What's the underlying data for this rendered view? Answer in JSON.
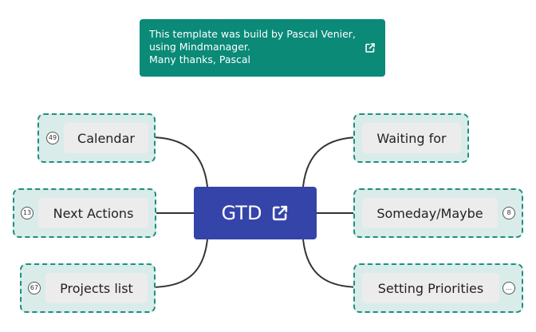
{
  "note": {
    "lines": [
      "This template was build by Pascal Venier,",
      "using Mindmanager.",
      "Many thanks, Pascal"
    ],
    "icon": "external-link-icon"
  },
  "center": {
    "label": "GTD",
    "icon": "external-link-icon"
  },
  "topics": {
    "calendar": {
      "label": "Calendar",
      "badge": "49"
    },
    "next_actions": {
      "label": "Next Actions",
      "badge": "13"
    },
    "projects_list": {
      "label": "Projects list",
      "badge": "67"
    },
    "waiting_for": {
      "label": "Waiting for"
    },
    "someday_maybe": {
      "label": "Someday/Maybe",
      "badge": "8"
    },
    "setting_priorities": {
      "label": "Setting Priorities",
      "badge": "…"
    }
  },
  "colors": {
    "center_fill": "#3544a8",
    "note_fill": "#0b8a78",
    "group_border": "#1e8f7e",
    "group_fill": "#d9ecea",
    "topic_fill": "#ececec",
    "connector": "#333333"
  }
}
